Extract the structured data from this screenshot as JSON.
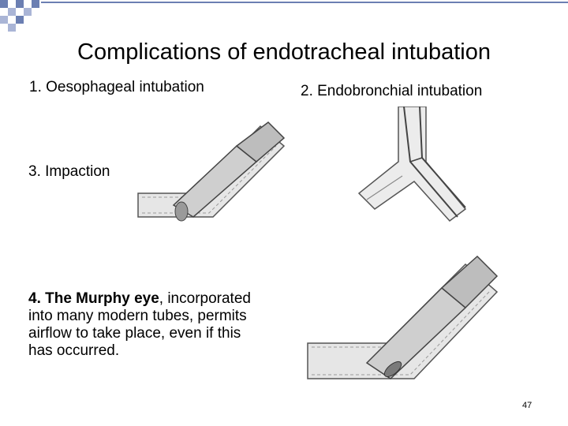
{
  "slide": {
    "title": "Complications of endotracheal intubation",
    "items": [
      {
        "label": "1. Oesophageal intubation"
      },
      {
        "label": "2. Endobronchial intubation"
      },
      {
        "label": "3. Impaction"
      },
      {
        "label_bold": "4. The Murphy eye",
        "label_rest": ", incorporated into many modern tubes, permits airflow to take place, even if this has occurred."
      }
    ],
    "page_number": "47"
  },
  "colors": {
    "accent": "#6b7fb2",
    "tube_fill": "#d9d9d9",
    "line": "#555555"
  },
  "illustrations": [
    "impaction-tube-illustration",
    "endobronchial-carina-illustration",
    "murphy-eye-tube-illustration"
  ]
}
